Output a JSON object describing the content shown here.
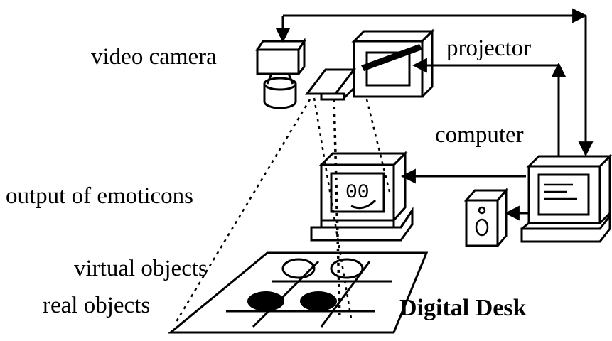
{
  "labels": {
    "video_camera": "video camera",
    "projector": "projector",
    "computer": "computer",
    "output": "output of emoticons",
    "virtual": "virtual objects",
    "real": "real objects",
    "desk": "Digital Desk"
  },
  "emoticon_eyes": "00"
}
